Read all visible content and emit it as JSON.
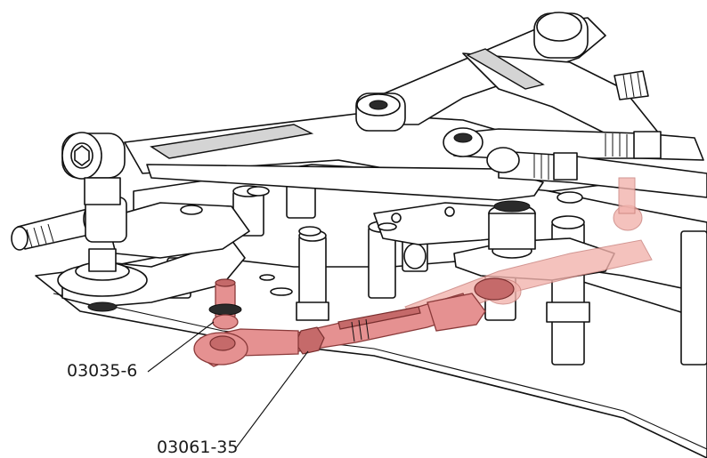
{
  "colors": {
    "line": "#111111",
    "part_fill": "#ffffff",
    "shade": "#d4d4d4",
    "highlight_red": "#e59191",
    "highlight_red_dark": "#c56a6a"
  },
  "callouts": [
    {
      "id": "ball-stud",
      "label": "03035-6"
    },
    {
      "id": "turnbuckle",
      "label": "03061-35"
    }
  ]
}
